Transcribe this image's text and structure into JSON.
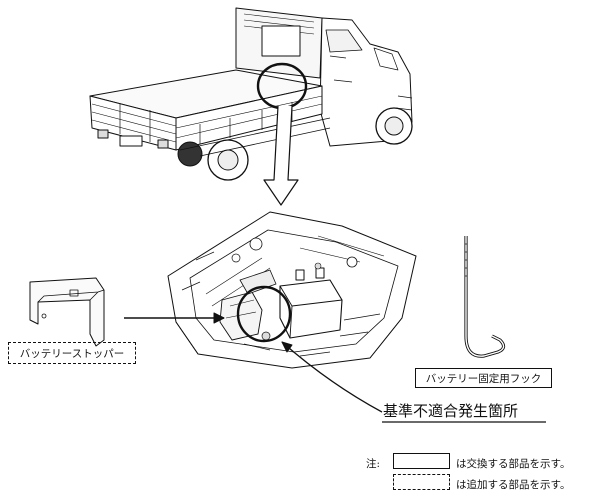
{
  "labels": {
    "battery_stopper": "バッテリーストッパー",
    "battery_hook": "バッテリー固定用フック",
    "defect_location": "基準不適合発生箇所"
  },
  "legend": {
    "prefix": "注:",
    "replaced": "は交換する部品を示す。",
    "added": "は追加する部品を示す。"
  }
}
